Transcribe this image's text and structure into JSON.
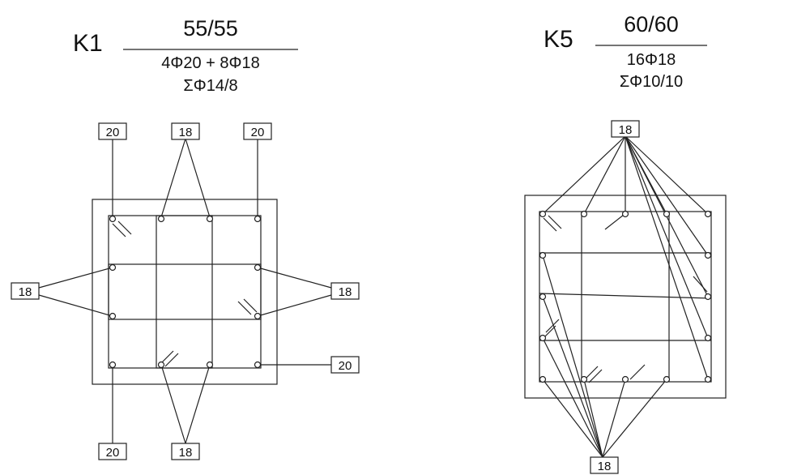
{
  "columns": [
    {
      "id": "K1",
      "name": "K1",
      "size": "55/55",
      "rebar": "4Φ20 + 8Φ18",
      "stirrups": "ΣΦ14/8",
      "labels": {
        "top_left": "20",
        "top_mid": "18",
        "top_right": "20",
        "left": "18",
        "right_mid": "18",
        "right_bottom": "20",
        "bottom_left": "20",
        "bottom_mid": "18"
      }
    },
    {
      "id": "K5",
      "name": "K5",
      "size": "60/60",
      "rebar": "16Φ18",
      "stirrups": "ΣΦ10/10",
      "labels": {
        "top": "18",
        "bottom": "18"
      }
    }
  ],
  "colors": {
    "line": "#222222",
    "text": "#111111",
    "background": "#ffffff"
  }
}
